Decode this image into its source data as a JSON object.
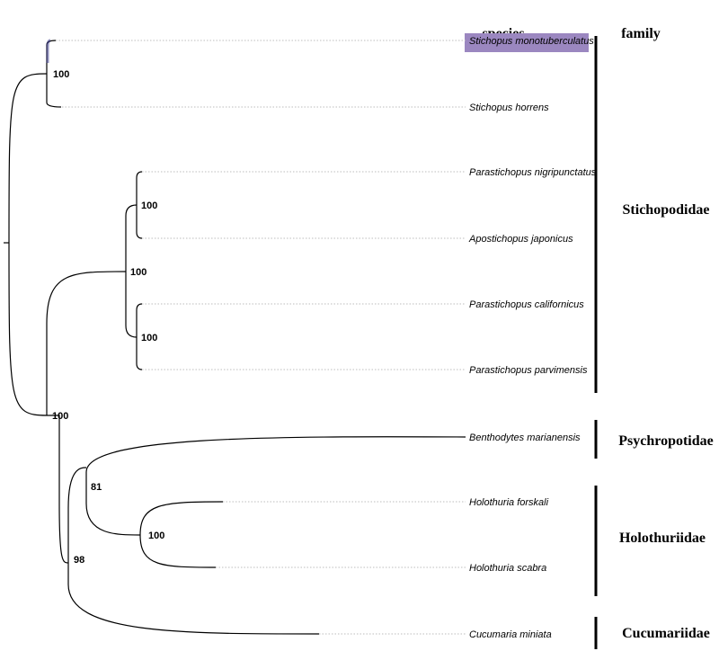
{
  "headers": {
    "species": "species",
    "family": "family"
  },
  "highlight_color": "#9b87c0",
  "taxa": [
    "Stichopus monotuberculatus",
    "Stichopus horrens",
    "Parastichopus nigripunctatus",
    "Apostichopus japonicus",
    "Parastichopus californicus",
    "Parastichopus parvimensis",
    "Benthodytes marianensis",
    "Holothuria forskali",
    "Holothuria scabra",
    "Cucumaria miniata"
  ],
  "support_values": {
    "stichopus": "100",
    "nigri_japonicus": "100",
    "parastichopus_clade": "100",
    "californicus_parvimensis": "100",
    "root_split": "100",
    "holothuria": "100",
    "benthodytes_holothuria": "81",
    "non_stichopodid": "98"
  },
  "families": [
    {
      "name": "Stichopodidae"
    },
    {
      "name": "Psychropotidae"
    },
    {
      "name": "Holothuriidae"
    },
    {
      "name": "Cucumariidae"
    }
  ]
}
